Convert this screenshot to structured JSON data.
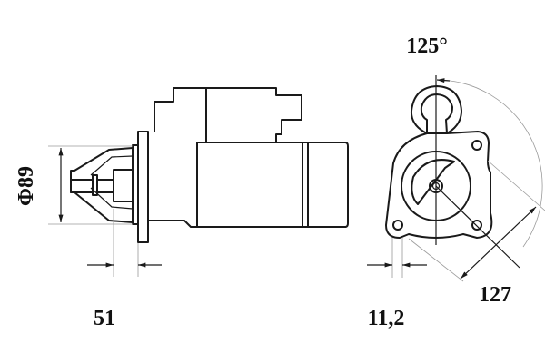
{
  "dimensions": {
    "diameter": "Φ89",
    "flange_offset": "51",
    "angle": "125°",
    "bolt_spacing": "127",
    "flange_thickness": "11,2"
  },
  "colors": {
    "line": "#1a1a1a",
    "dimension_line": "#9a9a9a",
    "background": "#ffffff"
  }
}
